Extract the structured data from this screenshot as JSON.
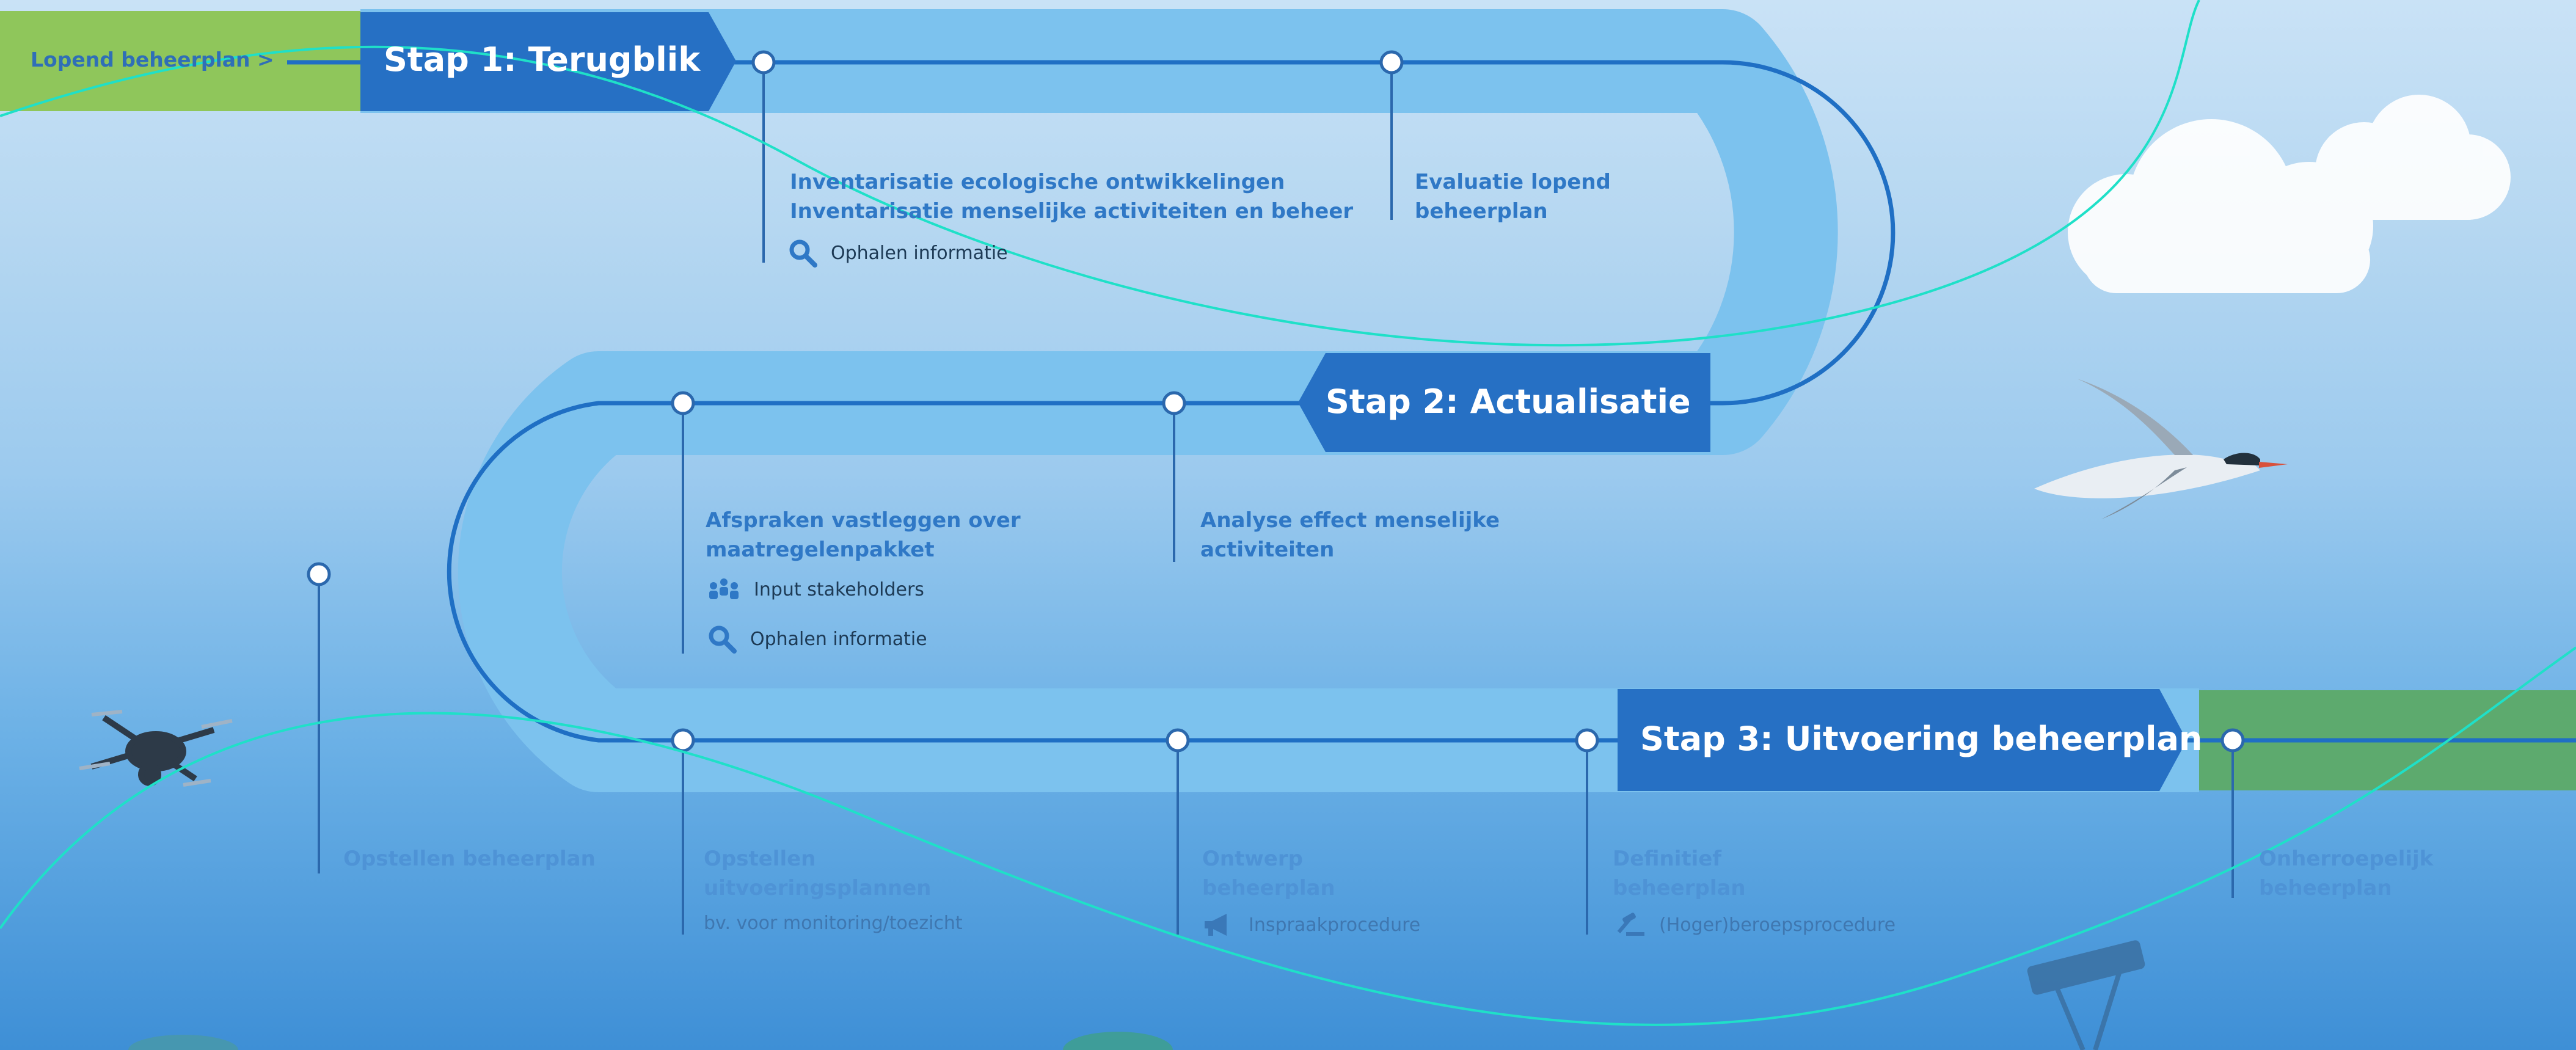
{
  "colors": {
    "track_outer": "#7cc2ee",
    "track_inner": "#1f6fc4",
    "step_box": "#2670c4",
    "green": "#8fc65b",
    "label": "#2f78c6",
    "swoosh": "#1fe0c8"
  },
  "intro": {
    "label": "Lopend beheerplan >"
  },
  "steps": [
    {
      "label": "Stap 1: Terugblik"
    },
    {
      "label": "Stap 2: Actualisatie"
    },
    {
      "label": "Stap 3: Uitvoering beheerplan"
    }
  ],
  "milestones": {
    "inventarisatie": {
      "line1": "Inventarisatie ecologische ontwikkelingen",
      "line2": "Inventarisatie menselijke activiteiten en beheer",
      "sub": {
        "icon": "magnifier-icon",
        "text": "Ophalen informatie"
      }
    },
    "evaluatie": {
      "line1": "Evaluatie lopend",
      "line2": "beheerplan"
    },
    "afspraken": {
      "line1": "Afspraken vastleggen over",
      "line2": "maatregelenpakket",
      "subs": [
        {
          "icon": "stakeholders-icon",
          "text": "Input stakeholders"
        },
        {
          "icon": "magnifier-icon",
          "text": "Ophalen informatie"
        }
      ]
    },
    "analyse": {
      "line1": "Analyse effect menselijke",
      "line2": "activiteiten"
    },
    "opstellen_beheerplan": {
      "line1": "Opstellen beheerplan"
    },
    "opstellen_uitvoering": {
      "line1": "Opstellen",
      "line2": "uitvoeringsplannen",
      "sub": {
        "text": "bv. voor monitoring/toezicht"
      }
    },
    "ontwerp": {
      "line1": "Ontwerp",
      "line2": "beheerplan",
      "sub": {
        "icon": "megaphone-icon",
        "text": "Inspraakprocedure"
      }
    },
    "definitief": {
      "line1": "Definitief",
      "line2": "beheerplan",
      "sub": {
        "icon": "gavel-icon",
        "text": "(Hoger)beroepsprocedure"
      }
    },
    "onherroepelijk": {
      "line1": "Onherroepelijk",
      "line2": "beheerplan"
    }
  }
}
